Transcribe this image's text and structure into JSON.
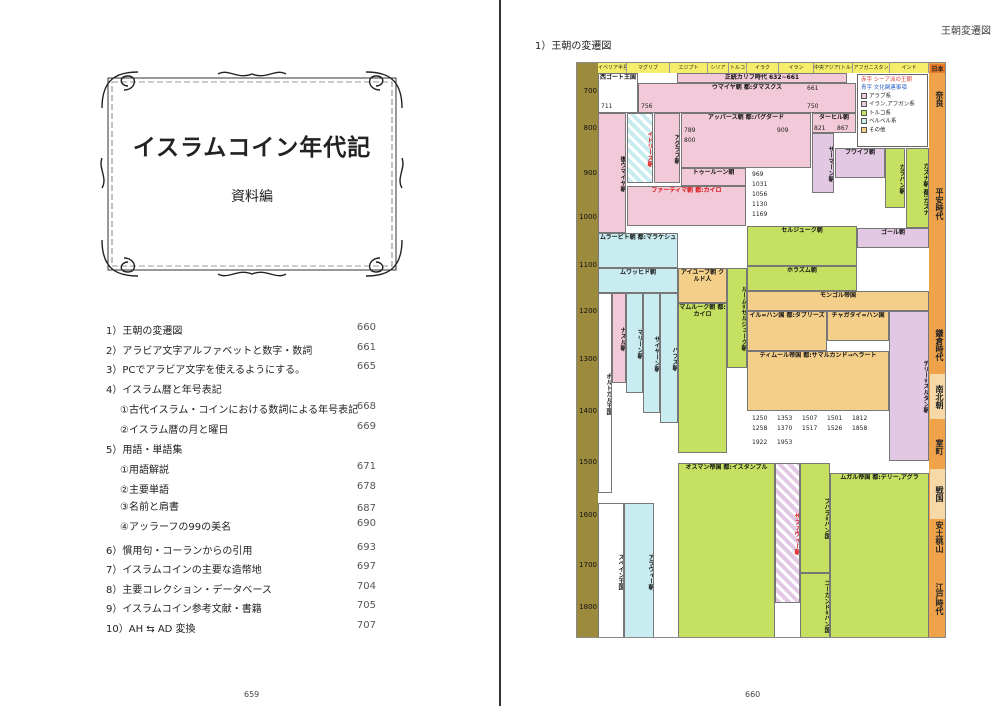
{
  "left_page": {
    "title": "イスラムコイン年代記",
    "subtitle": "資料編",
    "toc": [
      {
        "label": "1）王朝の変遷図",
        "page": "660",
        "sub": false
      },
      {
        "label": "2）アラビア文字アルファベットと数字・数詞",
        "page": "661",
        "sub": false
      },
      {
        "label": "3）PCでアラビア文字を使えるようにする。",
        "page": "665",
        "sub": false
      },
      {
        "label": "4）イスラム暦と年号表記",
        "page": "",
        "sub": false
      },
      {
        "label": "①古代イスラム・コインにおける数詞による年号表記",
        "page": "668",
        "sub": true
      },
      {
        "label": "②イスラム暦の月と曜日",
        "page": "669",
        "sub": true
      },
      {
        "label": "5）用語・単語集",
        "page": "",
        "sub": false
      },
      {
        "label": "①用語解説",
        "page": "671",
        "sub": true
      },
      {
        "label": "②主要単語",
        "page": "678",
        "sub": true
      },
      {
        "label": "③名前と肩書",
        "page": "687",
        "sub": true
      },
      {
        "label": "④アッラーフの99の美名",
        "page": "690",
        "sub": true
      },
      {
        "label": "6）慣用句・コーランからの引用",
        "page": "693",
        "sub": false
      },
      {
        "label": "7）イスラムコインの主要な造幣地",
        "page": "697",
        "sub": false
      },
      {
        "label": "8）主要コレクション・データベース",
        "page": "704",
        "sub": false
      },
      {
        "label": "9）イスラムコイン参考文献・書籍",
        "page": "705",
        "sub": false
      },
      {
        "label": "10）AH ⇆ AD 変換",
        "page": "707",
        "sub": false
      }
    ],
    "page_number": "659"
  },
  "right_page": {
    "header": "王朝変遷図",
    "section_title": "1）王朝の変遷図",
    "page_number": "660",
    "chart": {
      "columns": [
        "イベリア半島",
        "マグリブ",
        "エジプト",
        "シリア",
        "トルコ",
        "イラク",
        "イラン",
        "中央アジア(トルキスタン)",
        "アフガニスタン",
        "インド",
        "日本"
      ],
      "years": [
        "700",
        "800",
        "900",
        "1000",
        "1100",
        "1200",
        "1300",
        "1400",
        "1500",
        "1600",
        "1700",
        "1800"
      ],
      "japan_eras": [
        "奈良",
        "平安時代",
        "鎌倉時代",
        "南北朝",
        "室町",
        "戦国",
        "安土桃山",
        "江戸時代"
      ],
      "legend": {
        "red_note": "赤字 シーア派の王朝",
        "blue_note": "青字 文化関連事項",
        "items": [
          "アラブ系",
          "イラン,アフガン系",
          "トルコ系",
          "ベルベル系",
          "その他"
        ]
      },
      "colors": {
        "arab": "#f2c9d8",
        "iranian": "#e3c8e3",
        "turkic": "#c6e061",
        "berber": "#c9ecf1",
        "other": "#f4cf8a"
      },
      "blocks": [
        {
          "name": "正統カリフ時代 632~661"
        },
        {
          "name": "ウマイヤ朝 都:ダマスクス"
        },
        {
          "name": "西ゴート王国"
        },
        {
          "name": "後ウマイヤ朝"
        },
        {
          "name": "アッバース朝 都:バグダード"
        },
        {
          "name": "イドリース朝"
        },
        {
          "name": "アグラブ朝"
        },
        {
          "name": "トゥールーン朝"
        },
        {
          "name": "ターヒル朝"
        },
        {
          "name": "サーマーン朝"
        },
        {
          "name": "ファーティマ朝 都:カイロ"
        },
        {
          "name": "ブワイフ朝"
        },
        {
          "name": "ガズナ朝 都:ガズナ"
        },
        {
          "name": "カラハン朝"
        },
        {
          "name": "セルジューク朝"
        },
        {
          "name": "ムラービト朝 都:マラケシュ"
        },
        {
          "name": "ムワッヒド朝"
        },
        {
          "name": "ルーム=セルジューク朝"
        },
        {
          "name": "アイユーブ朝 クルド人"
        },
        {
          "name": "ホラズム朝"
        },
        {
          "name": "ゴール朝"
        },
        {
          "name": "モンゴル帝国"
        },
        {
          "name": "マムルーク朝 都:カイロ"
        },
        {
          "name": "イル=ハン国 都:タブリーズ"
        },
        {
          "name": "チャガタイ=ハン国"
        },
        {
          "name": "デリー=スルタン朝"
        },
        {
          "name": "ナスル朝"
        },
        {
          "name": "ポルトガル王国"
        },
        {
          "name": "マリーン朝"
        },
        {
          "name": "ザイヤーン朝"
        },
        {
          "name": "ハフス朝"
        },
        {
          "name": "ティムール帝国 都:サマルカンド→ヘラート"
        },
        {
          "name": "オスマン帝国 都:イスタンブル"
        },
        {
          "name": "サファヴィー朝"
        },
        {
          "name": "ブハラ=ハン国"
        },
        {
          "name": "ムガル帝国 都:デリー,アグラ"
        },
        {
          "name": "スペイン王国"
        },
        {
          "name": "アラウィー朝"
        },
        {
          "name": "コーカンド=ハン国"
        }
      ],
      "year_labels": [
        "711",
        "756",
        "661",
        "750",
        "789",
        "800",
        "821",
        "867",
        "909",
        "969",
        "1031",
        "1056",
        "1130",
        "1169",
        "1250",
        "1258",
        "1353",
        "1370",
        "1507",
        "1517",
        "1501",
        "1526",
        "1812",
        "1858",
        "1922",
        "1953"
      ]
    }
  }
}
